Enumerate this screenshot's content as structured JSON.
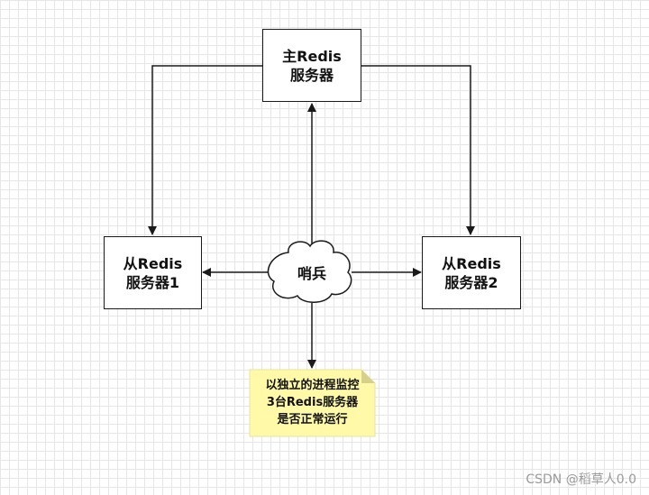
{
  "master": {
    "line1": "主Redis",
    "line2": "服务器"
  },
  "slave1": {
    "line1": "从Redis",
    "line2": "服务器1"
  },
  "slave2": {
    "line1": "从Redis",
    "line2": "服务器2"
  },
  "sentinel": {
    "label": "哨兵"
  },
  "note": {
    "line1": "以独立的进程监控",
    "line2": "3台Redis服务器",
    "line3": "是否正常运行"
  },
  "watermark": "CSDN @稻草人0.0",
  "colors": {
    "stroke": "#1a1a1a",
    "note_fill": "#fff9a8",
    "note_fold": "#d6d08a",
    "grid": "#e6e6e6"
  }
}
